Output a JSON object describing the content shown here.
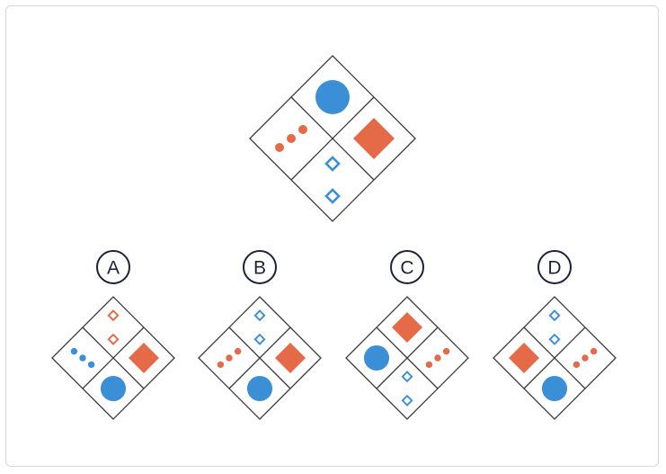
{
  "colors": {
    "frame": "#3a3a3a",
    "blue": "#3b8fd6",
    "orange": "#e56a47",
    "ring": "#1f2236"
  },
  "puzzle": {
    "question": {
      "top": "blue-circle",
      "left": "three-orange-dots",
      "right": "orange-square",
      "bottom": "two-blue-diamond-outlines"
    },
    "options": [
      {
        "label": "A",
        "top": "two-orange-diamond-outlines",
        "left": "three-blue-dots",
        "right": "orange-square",
        "bottom": "blue-circle"
      },
      {
        "label": "B",
        "top": "two-blue-diamond-outlines",
        "left": "three-orange-dots",
        "right": "orange-square",
        "bottom": "blue-circle"
      },
      {
        "label": "C",
        "top": "orange-square",
        "left": "blue-circle",
        "right": "three-orange-dots",
        "bottom": "two-blue-diamond-outlines"
      },
      {
        "label": "D",
        "top": "two-blue-diamond-outlines",
        "left": "orange-square",
        "right": "three-orange-dots",
        "bottom": "blue-circle"
      }
    ]
  }
}
